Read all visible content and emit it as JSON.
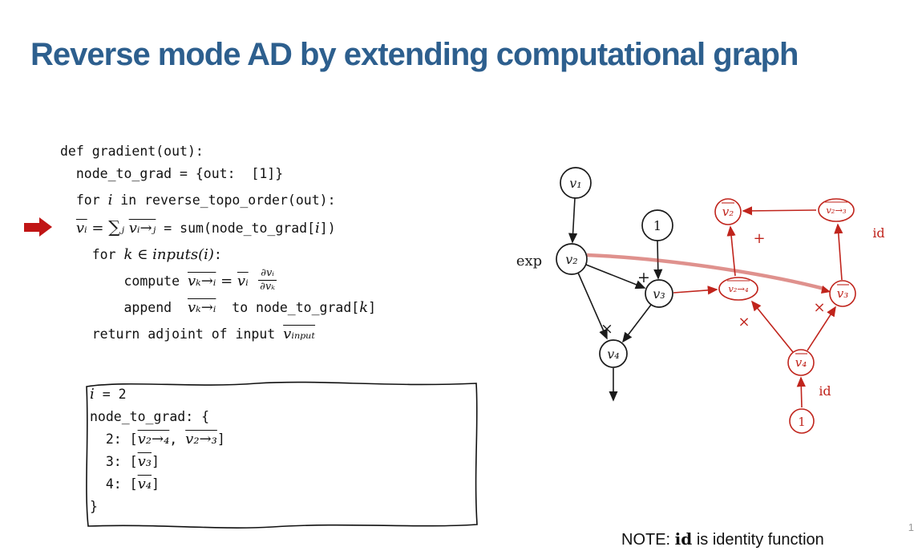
{
  "title": "Reverse mode AD by extending computational graph",
  "colors": {
    "title": "#2d5f8e",
    "red": "#c0241c",
    "black": "#1a1a1a"
  },
  "code": {
    "lines": [
      {
        "cls": "tight",
        "segs": [
          {
            "t": "def gradient(out):",
            "c": "mono"
          }
        ]
      },
      {
        "segs": [
          {
            "t": "  node_to_grad = {out:  [1]}",
            "c": "mono"
          }
        ]
      },
      {
        "segs": [
          {
            "t": "  for ",
            "c": "mono"
          },
          {
            "t": "i",
            "c": "mi"
          },
          {
            "t": " in reverse_topo_order(out):",
            "c": "mono"
          }
        ]
      },
      {
        "arrow": true,
        "segs": [
          {
            "t": "  ",
            "c": "mono"
          },
          {
            "t": "vᵢ",
            "c": "mov"
          },
          {
            "t": " = ",
            "c": "mi"
          },
          {
            "t": "∑",
            "c": "sig"
          },
          {
            "t": "ⱼ ",
            "c": "mi"
          },
          {
            "t": "vᵢ→ⱼ",
            "c": "mov"
          },
          {
            "t": " = ",
            "c": "mono"
          },
          {
            "t": "sum(node_to_grad[",
            "c": "mono"
          },
          {
            "t": "i",
            "c": "mi"
          },
          {
            "t": "])",
            "c": "mono"
          }
        ]
      },
      {
        "segs": [
          {
            "t": "    for ",
            "c": "mono"
          },
          {
            "t": "k ∈ inputs(i)",
            "c": "mi"
          },
          {
            "t": ":",
            "c": "mono"
          }
        ]
      },
      {
        "segs": [
          {
            "t": "        compute ",
            "c": "mono"
          },
          {
            "t": "vₖ→ᵢ",
            "c": "mov"
          },
          {
            "t": " = ",
            "c": "mi"
          },
          {
            "t": "vᵢ",
            "c": "mov"
          },
          {
            "t": "  ",
            "c": "mi"
          },
          {
            "frac": {
              "n": "∂vᵢ",
              "d": "∂vₖ"
            }
          }
        ]
      },
      {
        "segs": [
          {
            "t": "        append  ",
            "c": "mono"
          },
          {
            "t": "vₖ→ᵢ",
            "c": "mov"
          },
          {
            "t": "  to node_to_grad[",
            "c": "mono"
          },
          {
            "t": "k",
            "c": "mi"
          },
          {
            "t": "]",
            "c": "mono"
          }
        ]
      },
      {
        "segs": [
          {
            "t": "    return adjoint of input ",
            "c": "mono"
          },
          {
            "t": "vᵢₙₚᵤₜ",
            "c": "mov"
          }
        ]
      }
    ]
  },
  "box": {
    "lines": [
      {
        "segs": [
          {
            "t": "i",
            "c": "mi"
          },
          {
            "t": " = 2",
            "c": "mono"
          }
        ]
      },
      {
        "segs": [
          {
            "t": "node_to_grad: {",
            "c": "mono"
          }
        ]
      },
      {
        "segs": [
          {
            "t": "  2: [",
            "c": "mono"
          },
          {
            "t": "v₂→₄",
            "c": "mov"
          },
          {
            "t": ", ",
            "c": "mono"
          },
          {
            "t": "v₂→₃",
            "c": "mov"
          },
          {
            "t": "]",
            "c": "mono"
          }
        ]
      },
      {
        "segs": [
          {
            "t": "  3: [",
            "c": "mono"
          },
          {
            "t": "v₃",
            "c": "mov"
          },
          {
            "t": "]",
            "c": "mono"
          }
        ]
      },
      {
        "segs": [
          {
            "t": "  4: [",
            "c": "mono"
          },
          {
            "t": "v₄",
            "c": "mov"
          },
          {
            "t": "]",
            "c": "mono"
          }
        ]
      },
      {
        "segs": [
          {
            "t": "}",
            "c": "mono"
          }
        ]
      }
    ]
  },
  "graph": {
    "labels": {
      "v1": "v₁",
      "one_black": "1",
      "v2": "v₂",
      "v3": "v₃",
      "v4": "v₄",
      "exp": "exp",
      "plus_black": "+",
      "times_black": "×",
      "vbar2": "v₂",
      "vbar23": "v₂→₃",
      "vbar24": "v₂→₄",
      "vbar3": "v₃",
      "vbar4": "v₄",
      "one_red": "1",
      "plus_red": "+",
      "times_red_left": "×",
      "times_red_right": "×",
      "id_top": "id",
      "id_bottom": "id"
    }
  },
  "note": {
    "segs": [
      {
        "t": "NOTE: ",
        "c": "note"
      },
      {
        "t": "id",
        "c": "note-id"
      },
      {
        "t": " is identity function",
        "c": "note"
      }
    ]
  },
  "page_number": "1"
}
